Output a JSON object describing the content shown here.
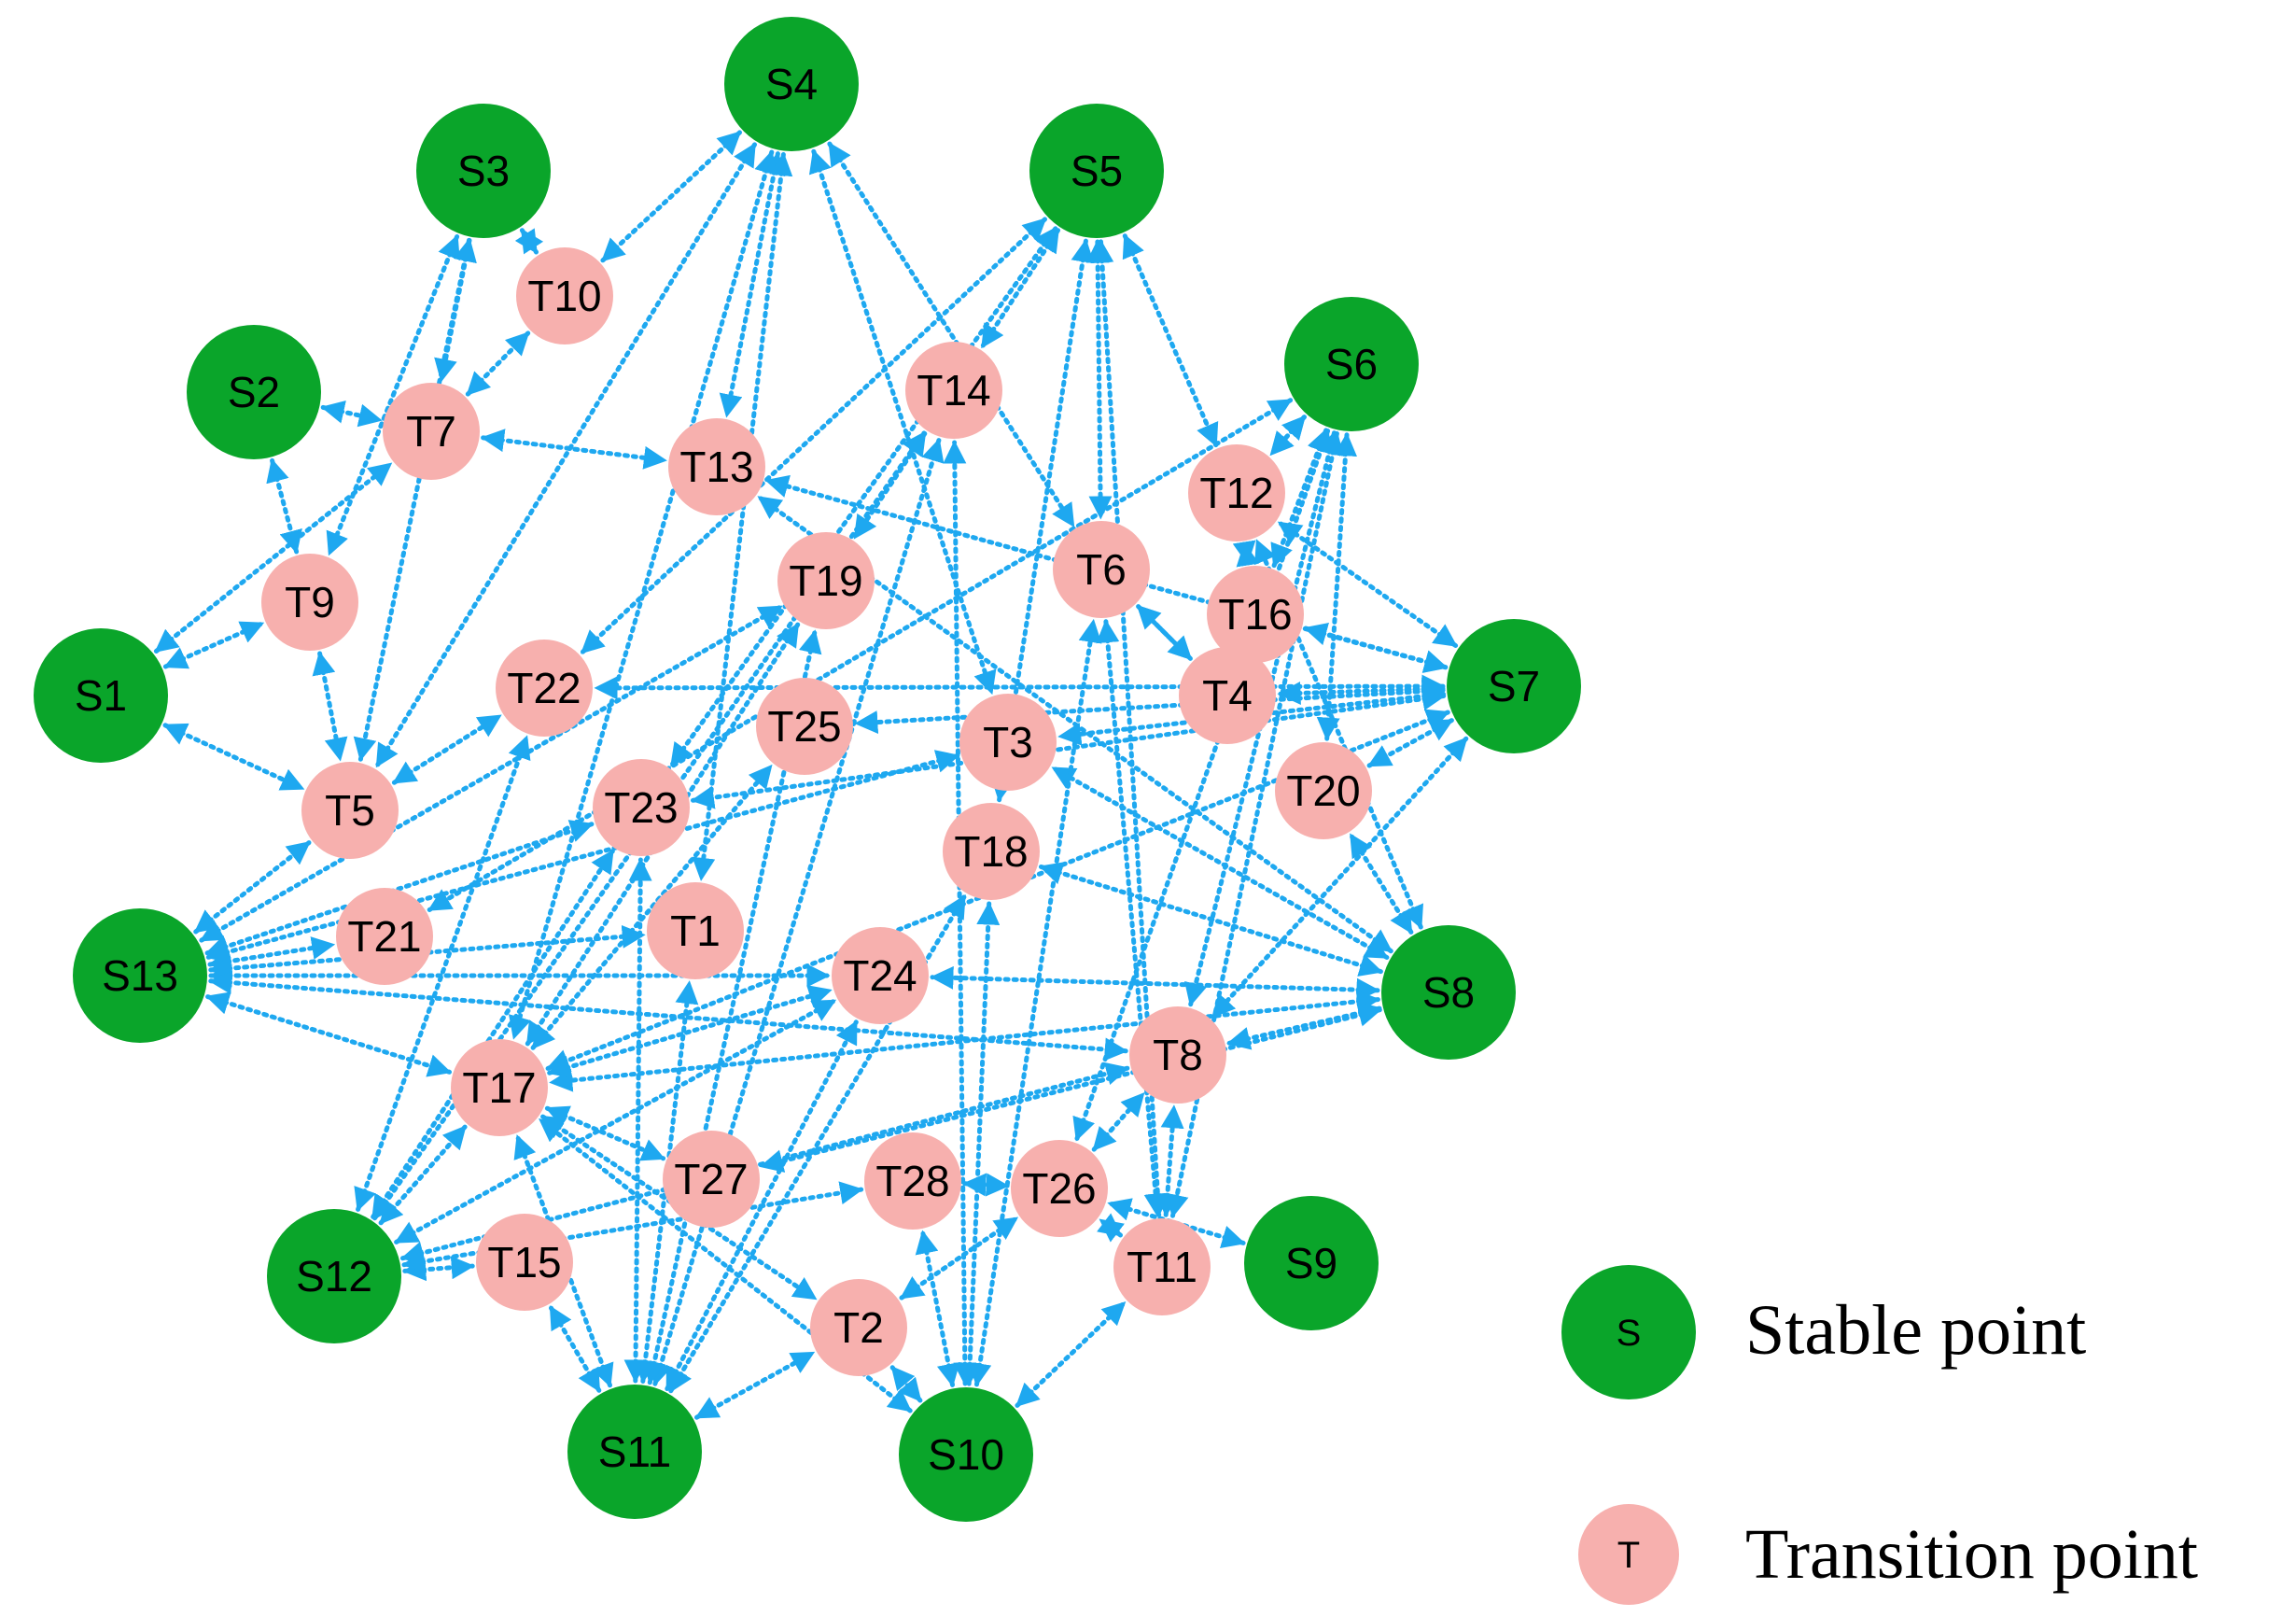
{
  "colors": {
    "stable": "#0aa52a",
    "transition": "#f7b0ae",
    "edge": "#1ea8f0",
    "text": "#000000"
  },
  "nodes": [
    {
      "id": "S1",
      "type": "stable"
    },
    {
      "id": "S2",
      "type": "stable"
    },
    {
      "id": "S3",
      "type": "stable"
    },
    {
      "id": "S4",
      "type": "stable"
    },
    {
      "id": "S5",
      "type": "stable"
    },
    {
      "id": "S6",
      "type": "stable"
    },
    {
      "id": "S7",
      "type": "stable"
    },
    {
      "id": "S8",
      "type": "stable"
    },
    {
      "id": "S9",
      "type": "stable"
    },
    {
      "id": "S10",
      "type": "stable"
    },
    {
      "id": "S11",
      "type": "stable"
    },
    {
      "id": "S12",
      "type": "stable"
    },
    {
      "id": "S13",
      "type": "stable"
    },
    {
      "id": "T1",
      "type": "transition"
    },
    {
      "id": "T2",
      "type": "transition"
    },
    {
      "id": "T3",
      "type": "transition"
    },
    {
      "id": "T4",
      "type": "transition"
    },
    {
      "id": "T5",
      "type": "transition"
    },
    {
      "id": "T6",
      "type": "transition"
    },
    {
      "id": "T7",
      "type": "transition"
    },
    {
      "id": "T8",
      "type": "transition"
    },
    {
      "id": "T9",
      "type": "transition"
    },
    {
      "id": "T10",
      "type": "transition"
    },
    {
      "id": "T11",
      "type": "transition"
    },
    {
      "id": "T12",
      "type": "transition"
    },
    {
      "id": "T13",
      "type": "transition"
    },
    {
      "id": "T14",
      "type": "transition"
    },
    {
      "id": "T15",
      "type": "transition"
    },
    {
      "id": "T16",
      "type": "transition"
    },
    {
      "id": "T17",
      "type": "transition"
    },
    {
      "id": "T18",
      "type": "transition"
    },
    {
      "id": "T19",
      "type": "transition"
    },
    {
      "id": "T20",
      "type": "transition"
    },
    {
      "id": "T21",
      "type": "transition"
    },
    {
      "id": "T22",
      "type": "transition"
    },
    {
      "id": "T23",
      "type": "transition"
    },
    {
      "id": "T24",
      "type": "transition"
    },
    {
      "id": "T25",
      "type": "transition"
    },
    {
      "id": "T26",
      "type": "transition"
    },
    {
      "id": "T27",
      "type": "transition"
    },
    {
      "id": "T28",
      "type": "transition"
    }
  ],
  "edges": [
    [
      "S1",
      "T9"
    ],
    [
      "S1",
      "T5"
    ],
    [
      "S1",
      "T7"
    ],
    [
      "S2",
      "T7"
    ],
    [
      "S2",
      "T9"
    ],
    [
      "S3",
      "T7"
    ],
    [
      "S3",
      "T9"
    ],
    [
      "S3",
      "T5"
    ],
    [
      "S3",
      "T10"
    ],
    [
      "S4",
      "T10"
    ],
    [
      "S4",
      "T13"
    ],
    [
      "S4",
      "T5"
    ],
    [
      "S4",
      "T1"
    ],
    [
      "S4",
      "T3"
    ],
    [
      "S4",
      "T6"
    ],
    [
      "S4",
      "T17"
    ],
    [
      "S5",
      "T14"
    ],
    [
      "S5",
      "T12"
    ],
    [
      "S5",
      "T6"
    ],
    [
      "S5",
      "T11"
    ],
    [
      "S5",
      "T22"
    ],
    [
      "S5",
      "T23"
    ],
    [
      "S5",
      "T18"
    ],
    [
      "S6",
      "T12"
    ],
    [
      "S6",
      "T16"
    ],
    [
      "S6",
      "T20"
    ],
    [
      "S6",
      "T21"
    ],
    [
      "S6",
      "T8"
    ],
    [
      "S6",
      "T11"
    ],
    [
      "S6",
      "T26"
    ],
    [
      "S6",
      "T12"
    ],
    [
      "S7",
      "T12"
    ],
    [
      "S7",
      "T16"
    ],
    [
      "S7",
      "T4"
    ],
    [
      "S7",
      "T22"
    ],
    [
      "S7",
      "T25"
    ],
    [
      "S7",
      "T3"
    ],
    [
      "S7",
      "T23"
    ],
    [
      "S7",
      "T13"
    ],
    [
      "S7",
      "T20"
    ],
    [
      "S7",
      "T8"
    ],
    [
      "S7",
      "T17"
    ],
    [
      "S8",
      "T20"
    ],
    [
      "S8",
      "T18"
    ],
    [
      "S8",
      "T24"
    ],
    [
      "S8",
      "T13"
    ],
    [
      "S8",
      "T17"
    ],
    [
      "S8",
      "T27"
    ],
    [
      "S8",
      "T3"
    ],
    [
      "S8",
      "T12"
    ],
    [
      "S8",
      "T8"
    ],
    [
      "S9",
      "T26"
    ],
    [
      "S10",
      "T2"
    ],
    [
      "S10",
      "T11"
    ],
    [
      "S10",
      "T14"
    ],
    [
      "S10",
      "T18"
    ],
    [
      "S10",
      "T6"
    ],
    [
      "S10",
      "T17"
    ],
    [
      "S10",
      "T28"
    ],
    [
      "S11",
      "T14"
    ],
    [
      "S11",
      "T17"
    ],
    [
      "S11",
      "T15"
    ],
    [
      "S11",
      "T19"
    ],
    [
      "S11",
      "T24"
    ],
    [
      "S11",
      "T2"
    ],
    [
      "S11",
      "T1"
    ],
    [
      "S11",
      "T23"
    ],
    [
      "S11",
      "T18"
    ],
    [
      "S12",
      "T15"
    ],
    [
      "S12",
      "T17"
    ],
    [
      "S12",
      "T22"
    ],
    [
      "S12",
      "T23"
    ],
    [
      "S12",
      "T8"
    ],
    [
      "S12",
      "T28"
    ],
    [
      "S12",
      "T24"
    ],
    [
      "S12",
      "T14"
    ],
    [
      "S13",
      "T21"
    ],
    [
      "S13",
      "T23"
    ],
    [
      "S13",
      "T17"
    ],
    [
      "S13",
      "T24"
    ],
    [
      "S13",
      "T5"
    ],
    [
      "S13",
      "T19"
    ],
    [
      "S13",
      "T1"
    ],
    [
      "S13",
      "T8"
    ],
    [
      "S13",
      "T3"
    ],
    [
      "T7",
      "T10"
    ],
    [
      "T7",
      "T13"
    ],
    [
      "T9",
      "T5"
    ],
    [
      "T5",
      "T22"
    ],
    [
      "T6",
      "T4"
    ],
    [
      "T6",
      "T11"
    ],
    [
      "T12",
      "T16"
    ],
    [
      "T17",
      "T27"
    ],
    [
      "T17",
      "T2"
    ],
    [
      "T17",
      "T19"
    ],
    [
      "T17",
      "T24"
    ],
    [
      "T17",
      "T25"
    ],
    [
      "T14",
      "T19"
    ],
    [
      "T26",
      "T8"
    ],
    [
      "T11",
      "T26"
    ],
    [
      "T11",
      "T8"
    ],
    [
      "T28",
      "T26"
    ],
    [
      "T2",
      "T26"
    ],
    [
      "T4",
      "T6"
    ]
  ],
  "legend": {
    "stable_key": "S",
    "stable_label": "Stable point",
    "transition_key": "T",
    "transition_label": "Transition point"
  }
}
